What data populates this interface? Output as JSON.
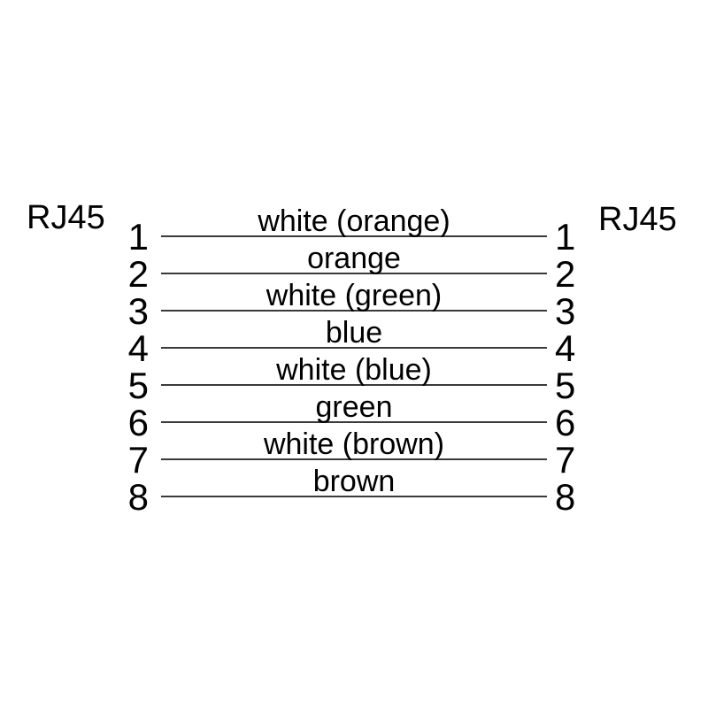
{
  "diagram": {
    "title_semantic": "RJ45 straight-through cable pinout",
    "connectors": {
      "left": "RJ45",
      "right": "RJ45"
    },
    "wires": [
      {
        "left_pin": "1",
        "right_pin": "1",
        "label": "white (orange)"
      },
      {
        "left_pin": "2",
        "right_pin": "2",
        "label": "orange"
      },
      {
        "left_pin": "3",
        "right_pin": "3",
        "label": "white (green)"
      },
      {
        "left_pin": "4",
        "right_pin": "4",
        "label": "blue"
      },
      {
        "left_pin": "5",
        "right_pin": "5",
        "label": "white (blue)"
      },
      {
        "left_pin": "6",
        "right_pin": "6",
        "label": "green"
      },
      {
        "left_pin": "7",
        "right_pin": "7",
        "label": "white (brown)"
      },
      {
        "left_pin": "8",
        "right_pin": "8",
        "label": "brown"
      }
    ],
    "colors": {
      "background": "#ffffff",
      "text": "#000000",
      "line": "#3a3a3a"
    }
  }
}
